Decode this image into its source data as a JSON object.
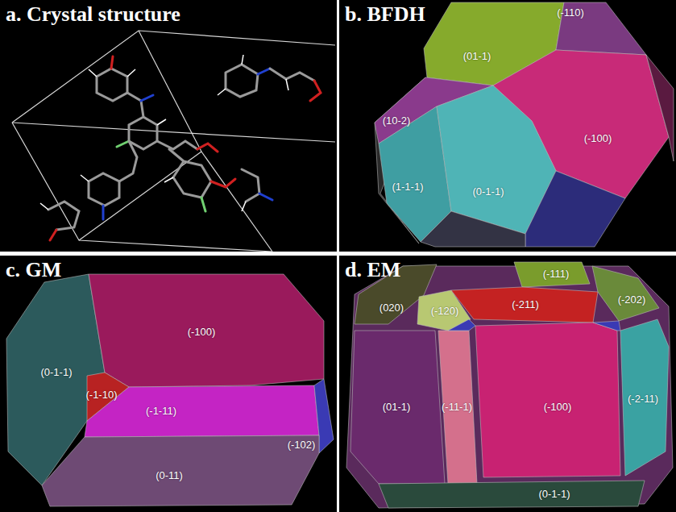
{
  "diagram": {
    "nodes": [
      {
        "text": [
          "a. Crystal structure"
        ]
      },
      {
        "text": [
          "b. BFDH"
        ]
      },
      {
        "text": [
          "c. GM"
        ]
      },
      {
        "text": [
          "d. EM"
        ]
      }
    ],
    "labels": [
      "(-110)",
      "(01-1)",
      "(10-2)",
      "(-100)",
      "(1-1-1)",
      "(0-1-1)",
      "(-100)",
      "(0-1-1)",
      "(-1-10)",
      "(-1-11)",
      "(-102)",
      "(0-11)",
      "(-111)",
      "(020)",
      "(-120)",
      "(-211)",
      "(-202)",
      "(01-1)",
      "(-11-1)",
      "(-100)",
      "(-2-11)",
      "(0-1-1)"
    ]
  }
}
